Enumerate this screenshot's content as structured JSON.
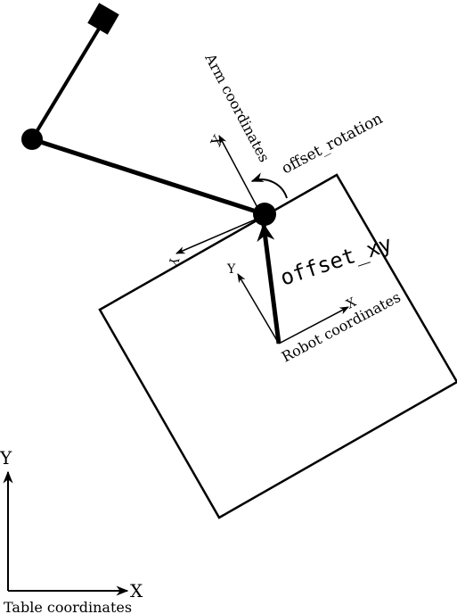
{
  "labels": {
    "table_coordinates": "Table coordinates",
    "table_x": "X",
    "table_y": "Y",
    "robot_coordinates": "Robot coordinates",
    "robot_x": "X",
    "robot_y": "Y",
    "arm_coordinates": "Arm coordinates",
    "arm_x": "X",
    "arm_y": "Y",
    "offset_rotation": "offset_rotation",
    "offset_xy": "offset_xy"
  },
  "colors": {
    "ink": "#000000",
    "background": "#ffffff"
  }
}
